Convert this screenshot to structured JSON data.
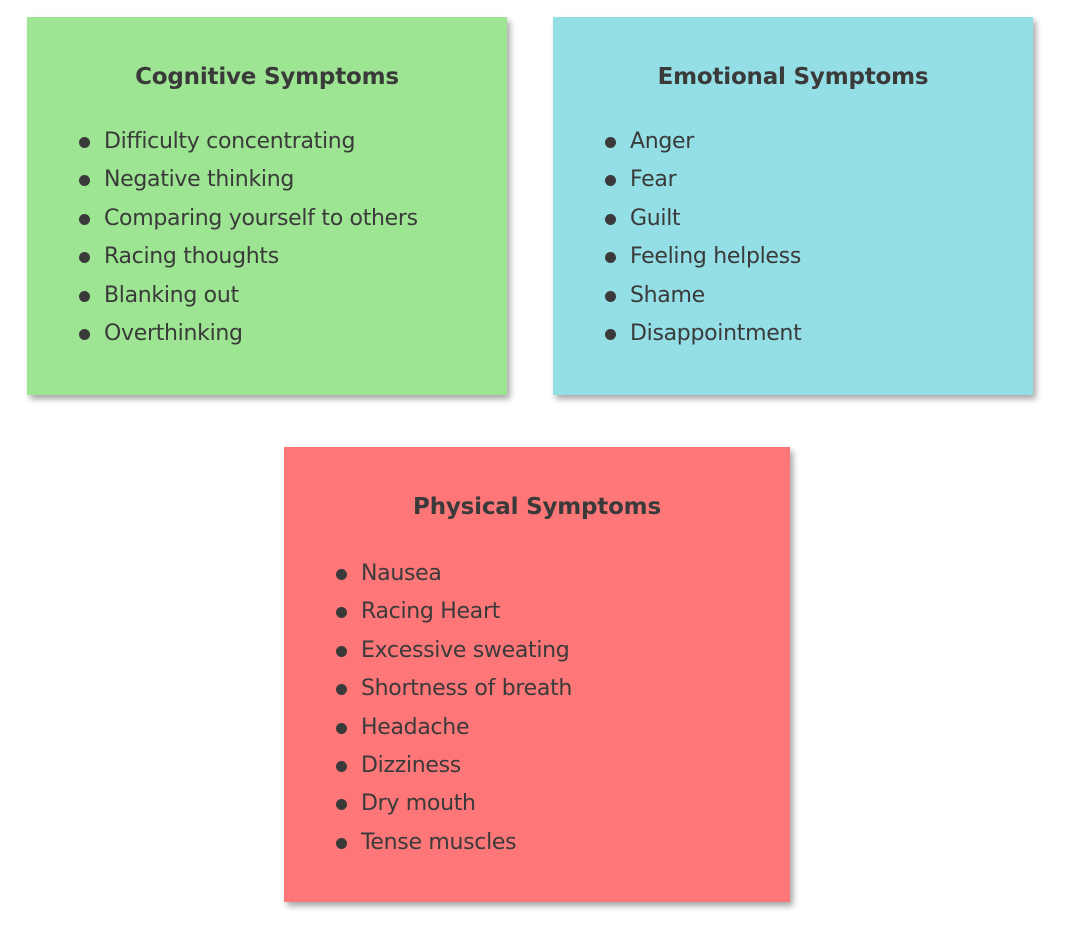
{
  "colors": {
    "cognitive": "#9de592",
    "emotional": "#93dfe5",
    "physical": "#fe7778",
    "text": "#3a3a3a"
  },
  "cards": [
    {
      "id": "cognitive",
      "title": "Cognitive Symptoms",
      "items": [
        "Difficulty concentrating",
        "Negative thinking",
        "Comparing yourself to others",
        "Racing thoughts",
        "Blanking out",
        "Overthinking"
      ]
    },
    {
      "id": "emotional",
      "title": "Emotional Symptoms",
      "items": [
        "Anger",
        "Fear",
        "Guilt",
        "Feeling helpless",
        "Shame",
        "Disappointment"
      ]
    },
    {
      "id": "physical",
      "title": "Physical Symptoms",
      "items": [
        "Nausea",
        "Racing Heart",
        "Excessive sweating",
        "Shortness of breath",
        "Headache",
        "Dizziness",
        "Dry mouth",
        "Tense muscles"
      ]
    }
  ]
}
